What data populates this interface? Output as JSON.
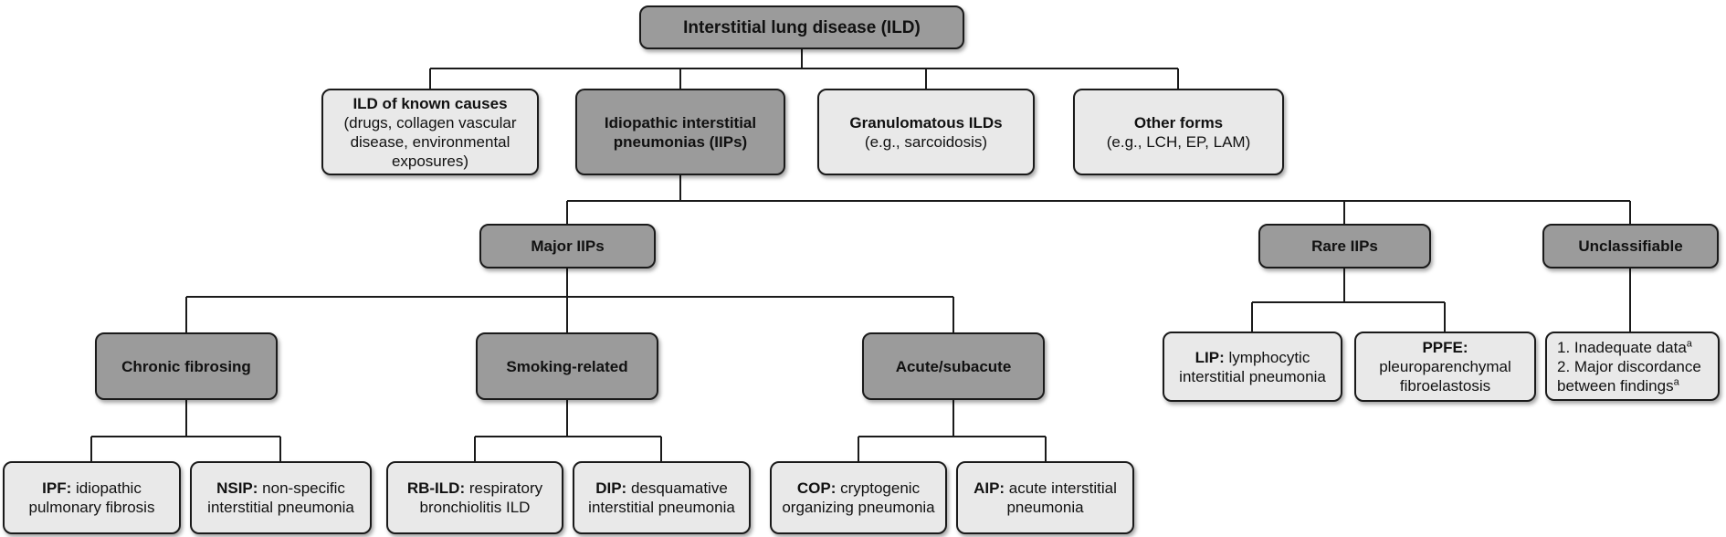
{
  "diagram": {
    "colors": {
      "dark-box": "#9b9b9b",
      "light-box": "#e9e9e9",
      "border": "#1a1a1a",
      "line": "#1a1a1a"
    },
    "nodes": {
      "root": {
        "label": "Interstitial lung disease (ILD)"
      },
      "known_causes": {
        "bold": "ILD of known causes",
        "rest": "(drugs, collagen vascular disease, environmental exposures)"
      },
      "iips": {
        "label": "Idiopathic interstitial pneumonias (IIPs)"
      },
      "granulomatous": {
        "bold": "Granulomatous ILDs",
        "rest": "(e.g., sarcoidosis)"
      },
      "other_forms": {
        "bold": "Other forms",
        "rest": "(e.g., LCH, EP, LAM)"
      },
      "major_iips": {
        "label": "Major IIPs"
      },
      "rare_iips": {
        "label": "Rare IIPs"
      },
      "unclassifiable": {
        "label": "Unclassifiable"
      },
      "chronic_fibrosing": {
        "label": "Chronic fibrosing"
      },
      "smoking_related": {
        "label": "Smoking-related"
      },
      "acute_subacute": {
        "label": "Acute/subacute"
      },
      "lip": {
        "bold": "LIP:",
        "rest": "lymphocytic interstitial pneumonia"
      },
      "ppfe": {
        "bold": "PPFE:",
        "rest": "pleuroparenchymal fibroelastosis"
      },
      "unclassifiable_criteria": {
        "item1": "1. Inadequate data",
        "item1_sup": "a",
        "item2": "2. Major discordance between findings",
        "item2_sup": "a"
      },
      "ipf": {
        "bold": "IPF:",
        "rest": "idiopathic pulmonary fibrosis"
      },
      "nsip": {
        "bold": "NSIP:",
        "rest": "non-specific interstitial pneumonia"
      },
      "rb_ild": {
        "bold": "RB-ILD:",
        "rest": "respiratory bronchiolitis ILD"
      },
      "dip": {
        "bold": "DIP:",
        "rest": "desquamative interstitial pneumonia"
      },
      "cop": {
        "bold": "COP:",
        "rest": "cryptogenic organizing pneumonia"
      },
      "aip": {
        "bold": "AIP:",
        "rest": "acute interstitial pneumonia"
      }
    }
  }
}
